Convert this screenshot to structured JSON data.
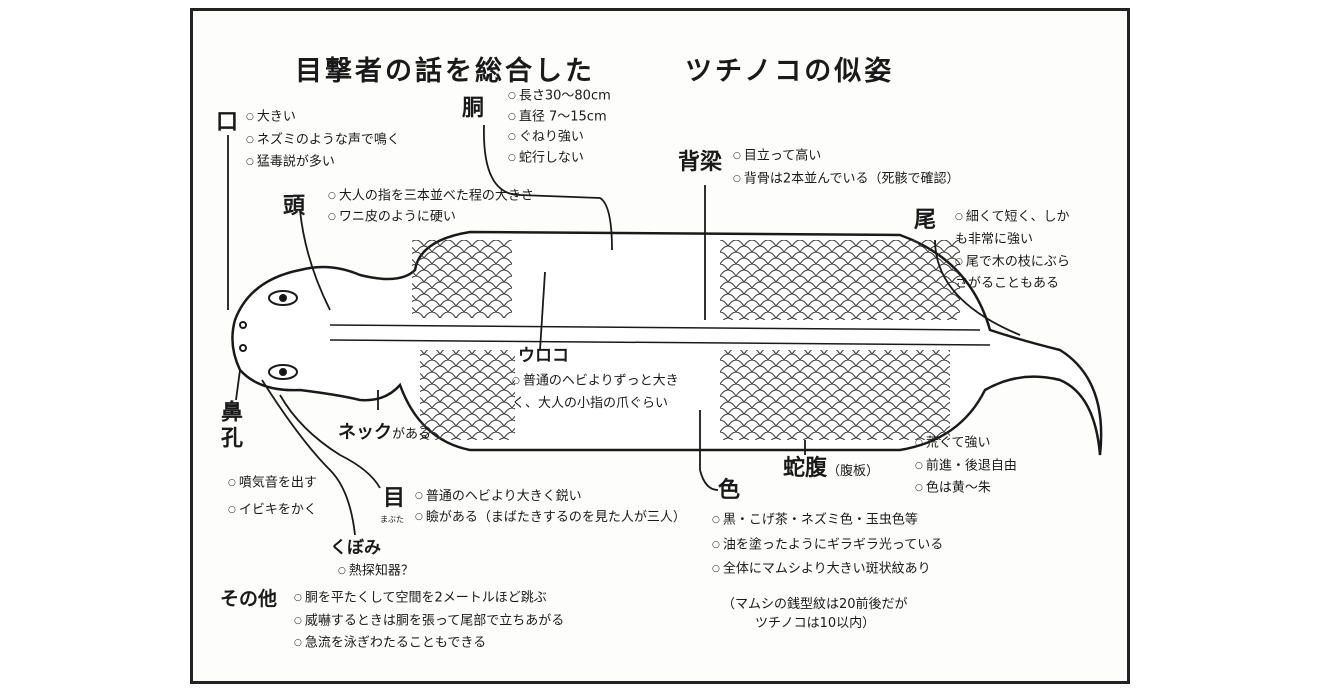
{
  "title": {
    "part1": "目撃者の話を総合した",
    "part2": "ツチノコの似姿"
  },
  "sections": {
    "mouth": {
      "label": "口",
      "items": [
        "大きい",
        "ネズミのような声で鳴く",
        "猛毒説が多い"
      ]
    },
    "body": {
      "label": "胴",
      "items": [
        "長さ30〜80cm",
        "直径 7〜15cm",
        "ぐねり強い",
        "蛇行しない"
      ]
    },
    "head": {
      "label": "頭",
      "items": [
        "大人の指を三本並べた程の大きさ",
        "ワニ皮のように硬い"
      ]
    },
    "spine": {
      "label": "背梁",
      "items": [
        "目立って高い",
        "背骨は2本並んでいる（死骸で確認）"
      ]
    },
    "tail": {
      "label": "尾",
      "items": [
        "細くて短く、しかも非常に強い",
        "尾で木の枝にぶらさがることもある"
      ]
    },
    "scales": {
      "label": "ウロコ",
      "items": [
        "普通のヘビよりずっと大きく、大人の小指の爪ぐらい"
      ]
    },
    "nostril": {
      "label": "鼻孔",
      "items": [
        "噴気音を出す",
        "イビキをかく"
      ]
    },
    "neck": {
      "label": "ネック",
      "suffix": "がある"
    },
    "eye": {
      "label": "目",
      "items": [
        "普通のヘビより大きく鋭い",
        "瞼がある（まばたきするのを見た人が三人）"
      ],
      "ruby": "まぶた"
    },
    "pit": {
      "label": "くぼみ",
      "items": [
        "熱探知器？"
      ]
    },
    "other": {
      "label": "その他",
      "items": [
        "胴を平たくして空間を2メートルほど跳ぶ",
        "威嚇するときは胴を張って尾部で立ちあがる",
        "急流を泳ぎわたることもできる"
      ]
    },
    "color": {
      "label": "色",
      "items": [
        "黒・こげ茶・ネズミ色・玉虫色等",
        "油を塗ったようにギラギラ光っている",
        "全体にマムシより大きい斑状紋あり"
      ],
      "note1": "（マムシの銭型紋は20前後だが",
      "note2": "ツチノコは10以内）"
    },
    "belly": {
      "label": "蛇腹",
      "sub": "（腹板）",
      "items": [
        "荒くて強い",
        "前進・後退自由",
        "色は黄〜朱"
      ]
    }
  }
}
